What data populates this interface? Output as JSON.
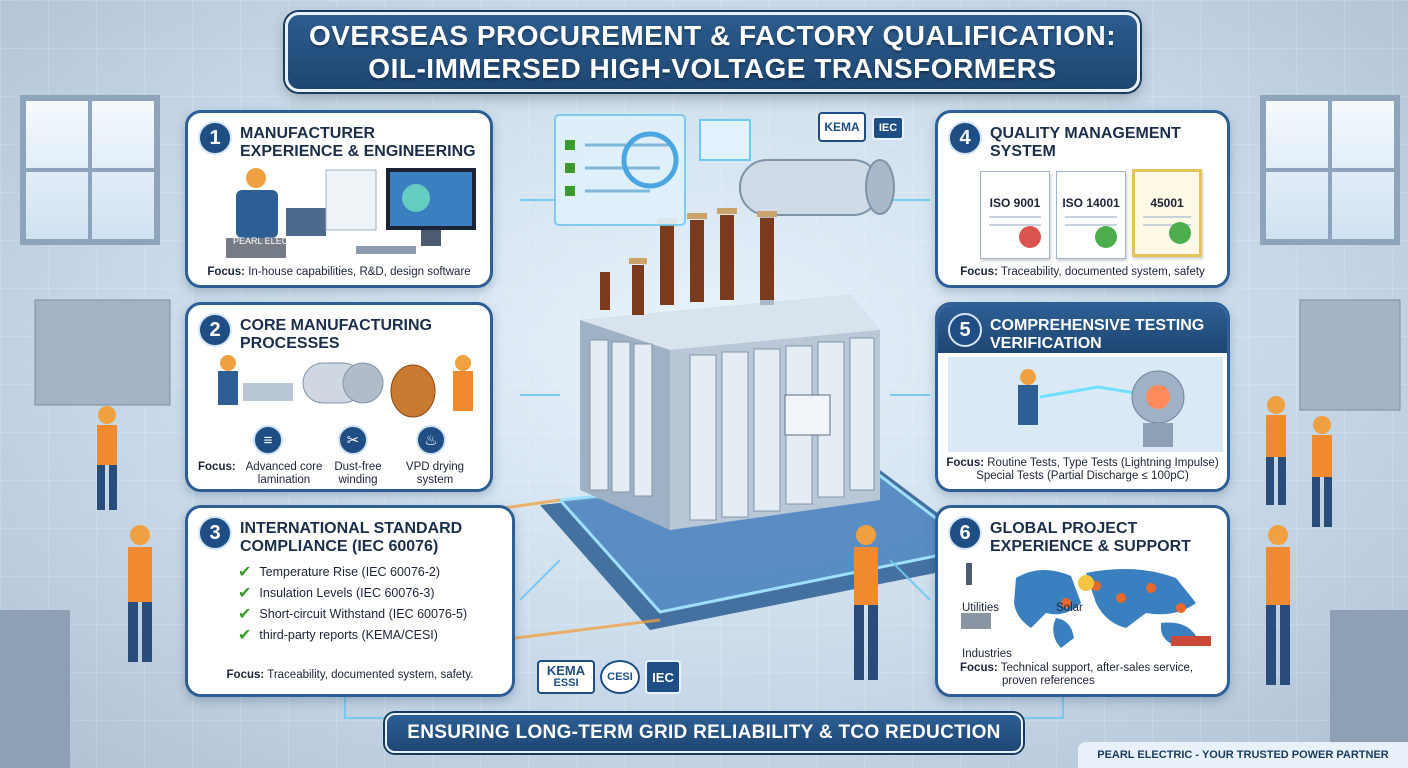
{
  "title": {
    "line1": "OVERSEAS PROCUREMENT & FACTORY QUALIFICATION:",
    "line2": "OIL-IMMERSED HIGH-VOLTAGE TRANSFORMERS"
  },
  "panels": [
    {
      "number": "1",
      "title": "MANUFACTURER EXPERIENCE & ENGINEERING",
      "badge_text": "PEARL ELECTRIC",
      "focus_label": "Focus:",
      "focus_text": "In-house capabilities, R&D, design software"
    },
    {
      "number": "2",
      "title": "CORE MANUFACTURING PROCESSES",
      "items": [
        "Advanced core lamination",
        "Dust-free winding",
        "VPD drying system"
      ],
      "focus_label": "Focus:"
    },
    {
      "number": "3",
      "title": "INTERNATIONAL STANDARD COMPLIANCE (IEC 60076)",
      "checks": [
        "Temperature Rise (IEC 60076-2)",
        "Insulation Levels (IEC 60076-3)",
        "Short-circuit Withstand (IEC 60076-5)",
        "third-party reports (KEMA/CESI)"
      ],
      "focus_label": "Focus:",
      "focus_text": "Traceability, documented system, safety."
    },
    {
      "number": "4",
      "title": "QUALITY MANAGEMENT SYSTEM",
      "certs": [
        "ISO 9001",
        "ISO 14001",
        "45001"
      ],
      "focus_label": "Focus:",
      "focus_text": "Traceability, documented system, safety"
    },
    {
      "number": "5",
      "title": "COMPREHENSIVE TESTING VERIFICATION",
      "focus_label": "Focus:",
      "focus_text_1": "Routine Tests, Type Tests (Lightning Impulse)",
      "focus_text_2": "Special Tests (Partial Discharge ≤ 100pC)"
    },
    {
      "number": "6",
      "title": "GLOBAL PROJECT EXPERIENCE & SUPPORT",
      "map_labels": [
        "Utilities",
        "Solar",
        "Industries"
      ],
      "focus_label": "Focus:",
      "focus_text_1": "Technical support, after-sales service,",
      "focus_text_2": "proven references"
    }
  ],
  "logos": {
    "kema": "KEMA",
    "kema_sub": "ESSI",
    "cesi": "CESI",
    "iec": "IEC"
  },
  "bottom_banner": "ENSURING LONG-TERM GRID RELIABILITY & TCO REDUCTION",
  "footer": "PEARL ELECTRIC - YOUR TRUSTED POWER PARTNER",
  "colors": {
    "navy": "#1f4e85",
    "panel_border": "#2d5f94",
    "check_green": "#3a9a2c",
    "transformer_steel": "#b9c7d6",
    "bushing_brown": "#7a3a1e"
  }
}
